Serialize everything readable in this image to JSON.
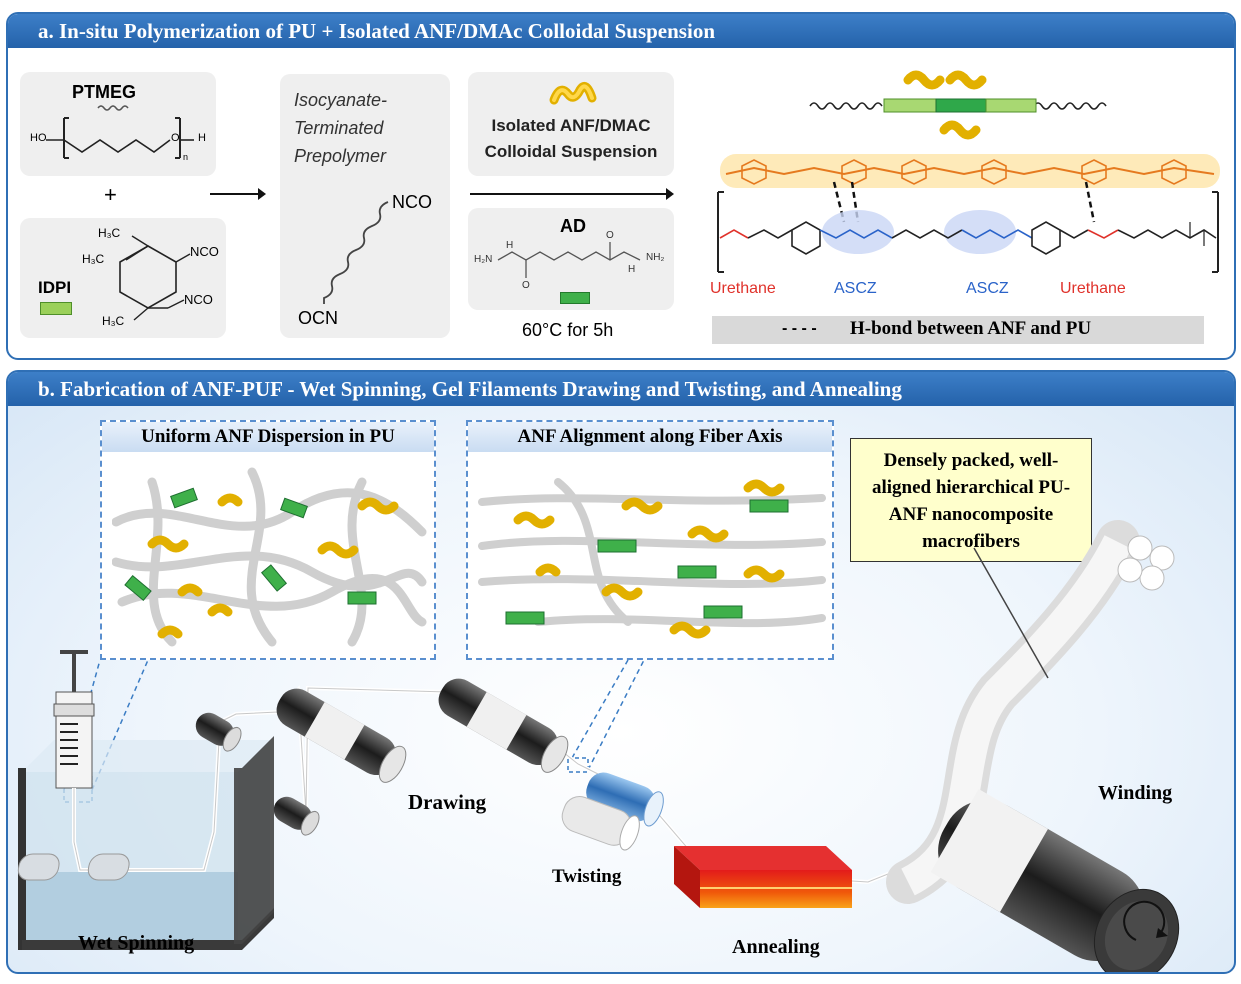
{
  "panel_a": {
    "title": "a.  In-situ Polymerization of PU + Isolated ANF/DMAc Colloidal Suspension",
    "ptmeg": {
      "label": "PTMEG",
      "ho": "HO",
      "h": "H",
      "n": "n"
    },
    "plus": "+",
    "idpi": {
      "label": "IDPI",
      "h3c_1": "H₃C",
      "h3c_2": "H₃C",
      "h3c_3": "H₃C",
      "nco_1": "NCO",
      "nco_2": "NCO"
    },
    "prepolymer": {
      "line1": "Isocyanate-",
      "line2": "Terminated",
      "line3": "Prepolymer",
      "nco": "NCO",
      "ocn": "OCN"
    },
    "anf_box": {
      "line1": "Isolated ANF/DMAC",
      "line2": "Colloidal Suspension"
    },
    "ad_box": {
      "label": "AD",
      "h2n": "H₂N",
      "nh2": "NH₂",
      "h1": "H",
      "h2": "H",
      "o1": "O",
      "o2": "O"
    },
    "condition": "60°C for 5h",
    "structure_labels": {
      "urethane_left": "Urethane",
      "ascz_left": "ASCZ",
      "ascz_right": "ASCZ",
      "urethane_right": "Urethane"
    },
    "hbond_legend": {
      "dashes": "- - - -",
      "text": "H-bond between ANF and PU"
    }
  },
  "panel_b": {
    "title": "b.  Fabrication of ANF-PUF - Wet Spinning, Gel Filaments Drawing and Twisting, and Annealing",
    "inset_left_title": "Uniform ANF Dispersion in PU",
    "inset_right_title": "ANF Alignment along Fiber Axis",
    "callout": {
      "line1": "Densely packed, well-",
      "line2": "aligned hierarchical PU-",
      "line3": "ANF nanocomposite",
      "line4": "macrofibers"
    },
    "steps": {
      "wet_spinning": "Wet Spinning",
      "drawing": "Drawing",
      "twisting": "Twisting",
      "annealing": "Annealing",
      "winding": "Winding"
    }
  },
  "colors": {
    "header_blue": "#2a67ae",
    "anf_yellow": "#f2c200",
    "green": "#5fb84a",
    "urethane_red": "#e0322b",
    "ascz_blue": "#2a63c9"
  }
}
